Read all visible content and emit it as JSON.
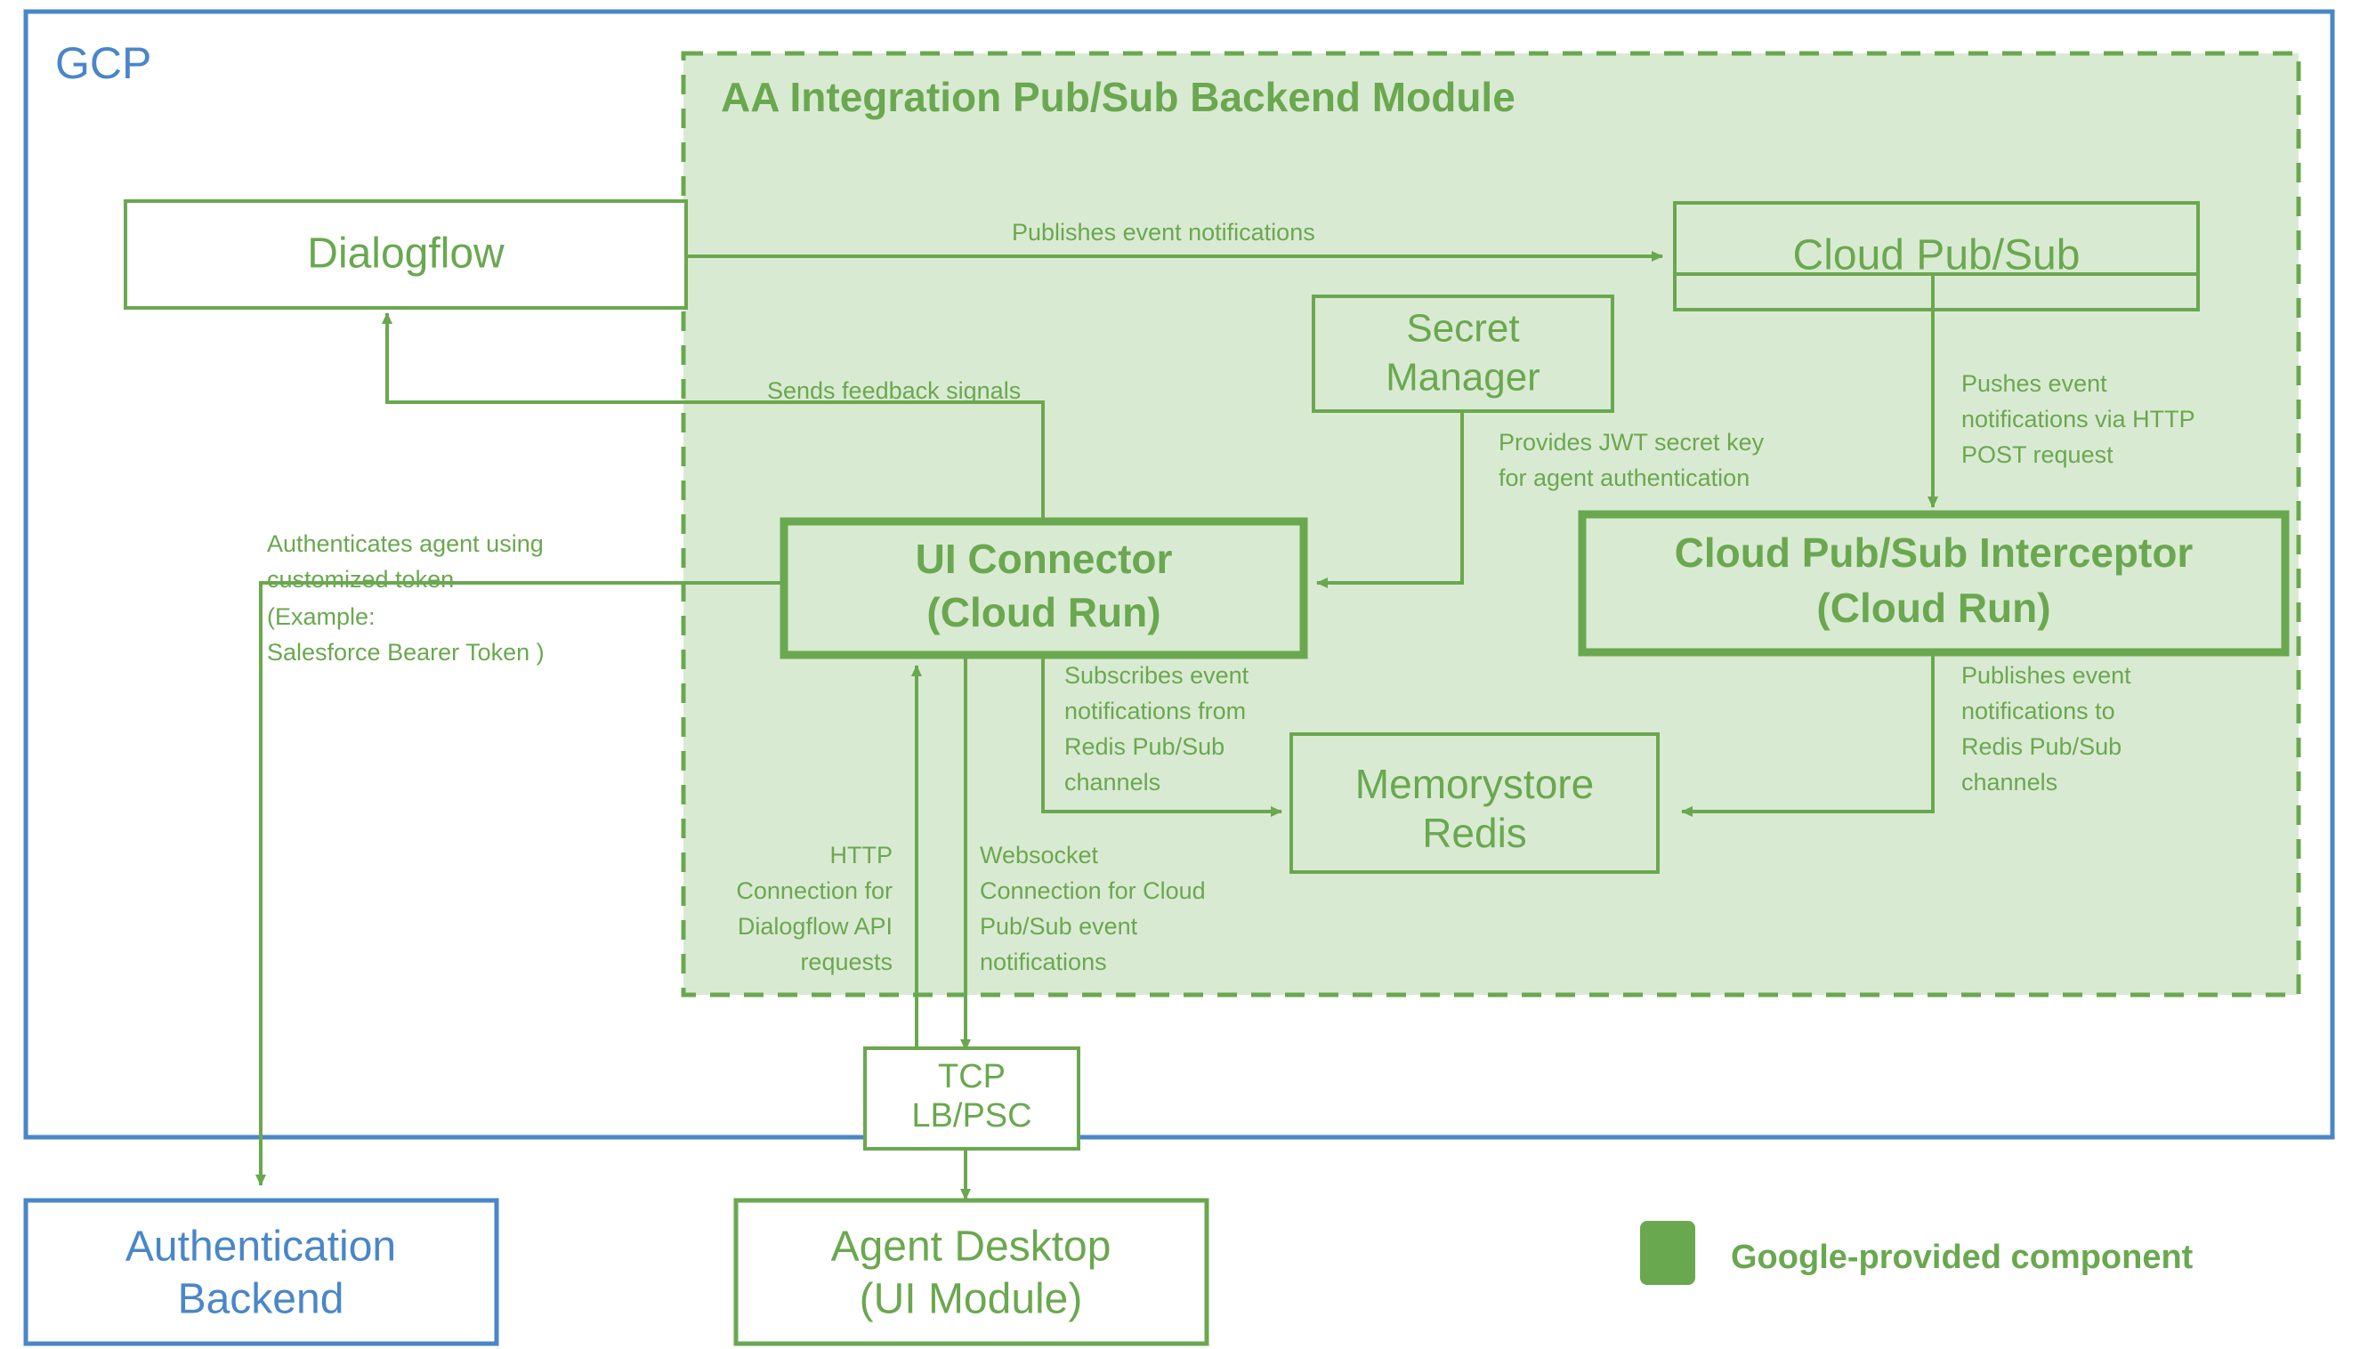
{
  "colors": {
    "gcp_blue": "#4a86c8",
    "google_green": "#6aa84f",
    "module_fill": "#d9ead3",
    "white": "#ffffff"
  },
  "gcp_boundary": {
    "label": "GCP"
  },
  "module": {
    "title": "AA Integration Pub/Sub Backend Module"
  },
  "nodes": [
    {
      "id": "dialogflow",
      "label_lines": [
        "Dialogflow"
      ],
      "style": "plain-green"
    },
    {
      "id": "cloud_pubsub",
      "label_lines": [
        "Cloud Pub/Sub"
      ],
      "style": "plain-green"
    },
    {
      "id": "secret_manager",
      "label_lines": [
        "Secret",
        "Manager"
      ],
      "style": "plain-green"
    },
    {
      "id": "ui_connector",
      "label_lines": [
        "UI Connector",
        "(Cloud Run)"
      ],
      "style": "bold-green"
    },
    {
      "id": "interceptor",
      "label_lines": [
        "Cloud Pub/Sub Interceptor",
        "(Cloud Run)"
      ],
      "style": "bold-green"
    },
    {
      "id": "memorystore",
      "label_lines": [
        "Memorystore",
        "Redis"
      ],
      "style": "plain-green"
    },
    {
      "id": "tcp_lb",
      "label_lines": [
        "TCP",
        "LB/PSC"
      ],
      "style": "plain-green"
    },
    {
      "id": "agent_desktop",
      "label_lines": [
        "Agent Desktop",
        "(UI Module)"
      ],
      "style": "plain-green"
    },
    {
      "id": "auth_backend",
      "label_lines": [
        "Authentication",
        "Backend"
      ],
      "style": "plain-blue"
    }
  ],
  "edge_labels": {
    "publishes_event_notifications": [
      "Publishes event notifications"
    ],
    "sends_feedback_signals": [
      "Sends feedback signals"
    ],
    "provides_jwt": [
      "Provides JWT secret key",
      "for agent authentication"
    ],
    "pushes_event_http_post": [
      "Pushes event",
      "notifications via HTTP",
      "POST request"
    ],
    "authenticates_agent": [
      "Authenticates agent using",
      "customized token",
      "(Example:",
      "Salesforce Bearer Token )"
    ],
    "subscribes_redis": [
      "Subscribes event",
      "notifications from",
      "Redis Pub/Sub",
      "channels"
    ],
    "publishes_redis": [
      "Publishes event",
      "notifications to",
      "Redis Pub/Sub",
      "channels"
    ],
    "http_connection": [
      "HTTP",
      "Connection for",
      "Dialogflow API",
      "requests"
    ],
    "websocket_connection": [
      "Websocket",
      "Connection for Cloud",
      "Pub/Sub event",
      "notifications"
    ]
  },
  "legend": {
    "swatch_color": "#6aa84f",
    "label": "Google-provided component"
  }
}
